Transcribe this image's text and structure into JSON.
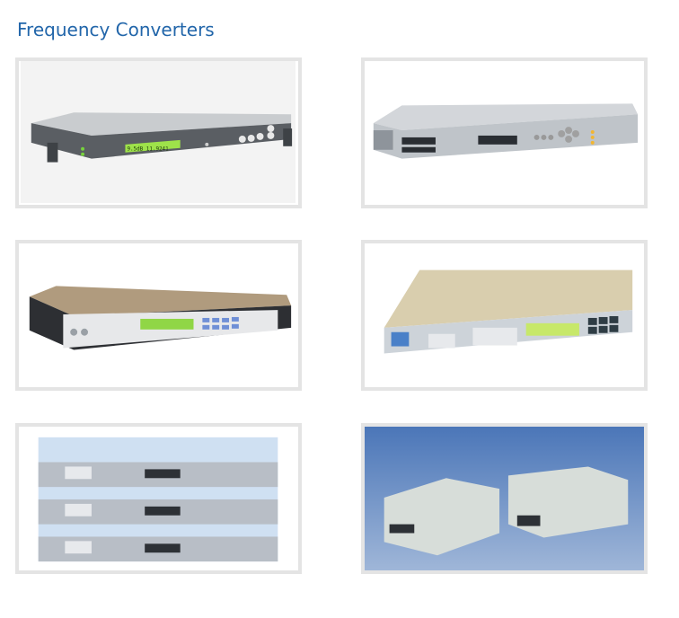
{
  "page": {
    "title": "Frequency Converters"
  },
  "products": [
    {
      "id": "p1",
      "display_text": "9.5dB 11.9241"
    },
    {
      "id": "p2"
    },
    {
      "id": "p3"
    },
    {
      "id": "p4"
    },
    {
      "id": "p5"
    },
    {
      "id": "p6"
    }
  ],
  "colors": {
    "title": "#2266aa",
    "card_border": "#e4e4e4",
    "lcd_green": "#9ee24a"
  }
}
